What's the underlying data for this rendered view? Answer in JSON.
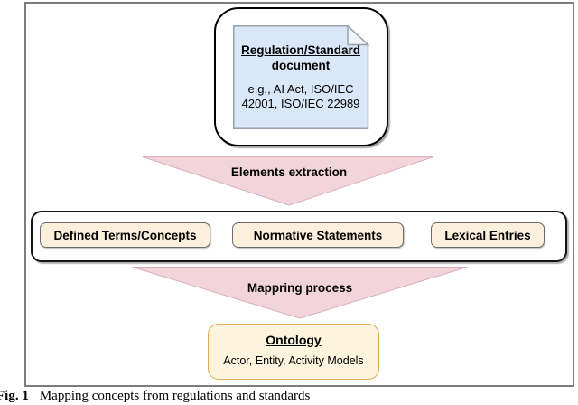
{
  "figure": {
    "caption_label": "Fig. 1",
    "caption_text": "Mapping concepts from regulations and standards"
  },
  "document_node": {
    "title_line1": "Regulation/Standard",
    "title_line2": "document",
    "example_line1": "e.g., AI Act, ISO/IEC",
    "example_line2": "42001, ISO/IEC 22989"
  },
  "arrows": [
    {
      "label": "Elements extraction"
    },
    {
      "label": "Mappring process"
    }
  ],
  "extracted_elements": [
    {
      "label": "Defined Terms/Concepts"
    },
    {
      "label": "Normative Statements"
    },
    {
      "label": "Lexical Entries"
    }
  ],
  "ontology_node": {
    "title": "Ontology",
    "subtitle": "Actor, Entity, Activity Models"
  },
  "colors": {
    "note_fill": "#d9e8f8",
    "note_stroke": "#98a1aa",
    "note_fold_fill": "#eef5fc",
    "arrow_fill": "#f2d4db",
    "arrow_stroke": "#d9aebb",
    "element_box_fill": "#fcefdc",
    "element_box_stroke": "#6b6b6b",
    "ontology_fill": "#fdf4dd",
    "ontology_stroke": "#dfaf52",
    "frame_stroke": "#7d7d7d",
    "container_stroke": "#000000"
  }
}
